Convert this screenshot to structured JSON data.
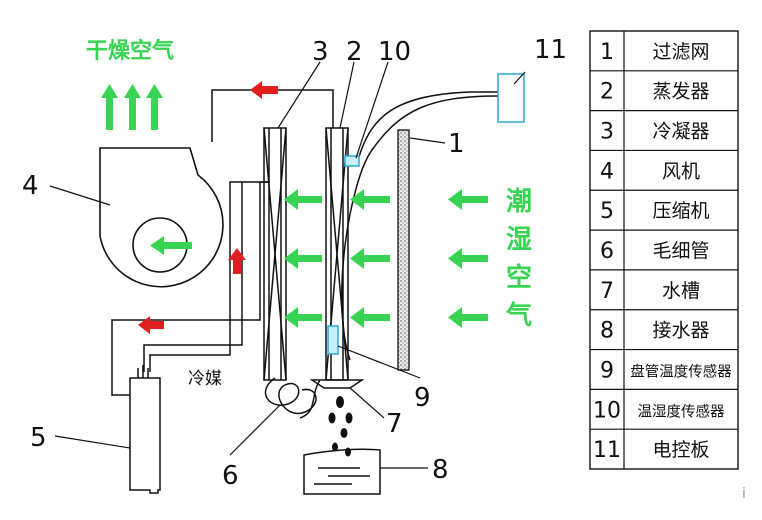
{
  "labels": {
    "dry_air": "干燥空气",
    "humid_air": [
      "潮",
      "湿",
      "空",
      "气"
    ],
    "refrigerant": "冷媒",
    "stray_mark": "i"
  },
  "callouts": [
    "1",
    "2",
    "3",
    "4",
    "5",
    "6",
    "7",
    "8",
    "9",
    "10",
    "11"
  ],
  "legend": [
    {
      "num": "1",
      "name": "过滤网"
    },
    {
      "num": "2",
      "name": "蒸发器"
    },
    {
      "num": "3",
      "name": "冷凝器"
    },
    {
      "num": "4",
      "name": "风机"
    },
    {
      "num": "5",
      "name": "压缩机"
    },
    {
      "num": "6",
      "name": "毛细管"
    },
    {
      "num": "7",
      "name": "水槽"
    },
    {
      "num": "8",
      "name": "接水器"
    },
    {
      "num": "9",
      "name": "盘管温度传感器"
    },
    {
      "num": "10",
      "name": "温湿度传感器"
    },
    {
      "num": "11",
      "name": "电控板"
    }
  ],
  "colors": {
    "airflow_arrow": "#39d353",
    "refrigerant_arrow": "#e02020",
    "sensor_fill": "#c8f0ff",
    "sensor_stroke": "#2aa9d6",
    "line": "#111111"
  }
}
